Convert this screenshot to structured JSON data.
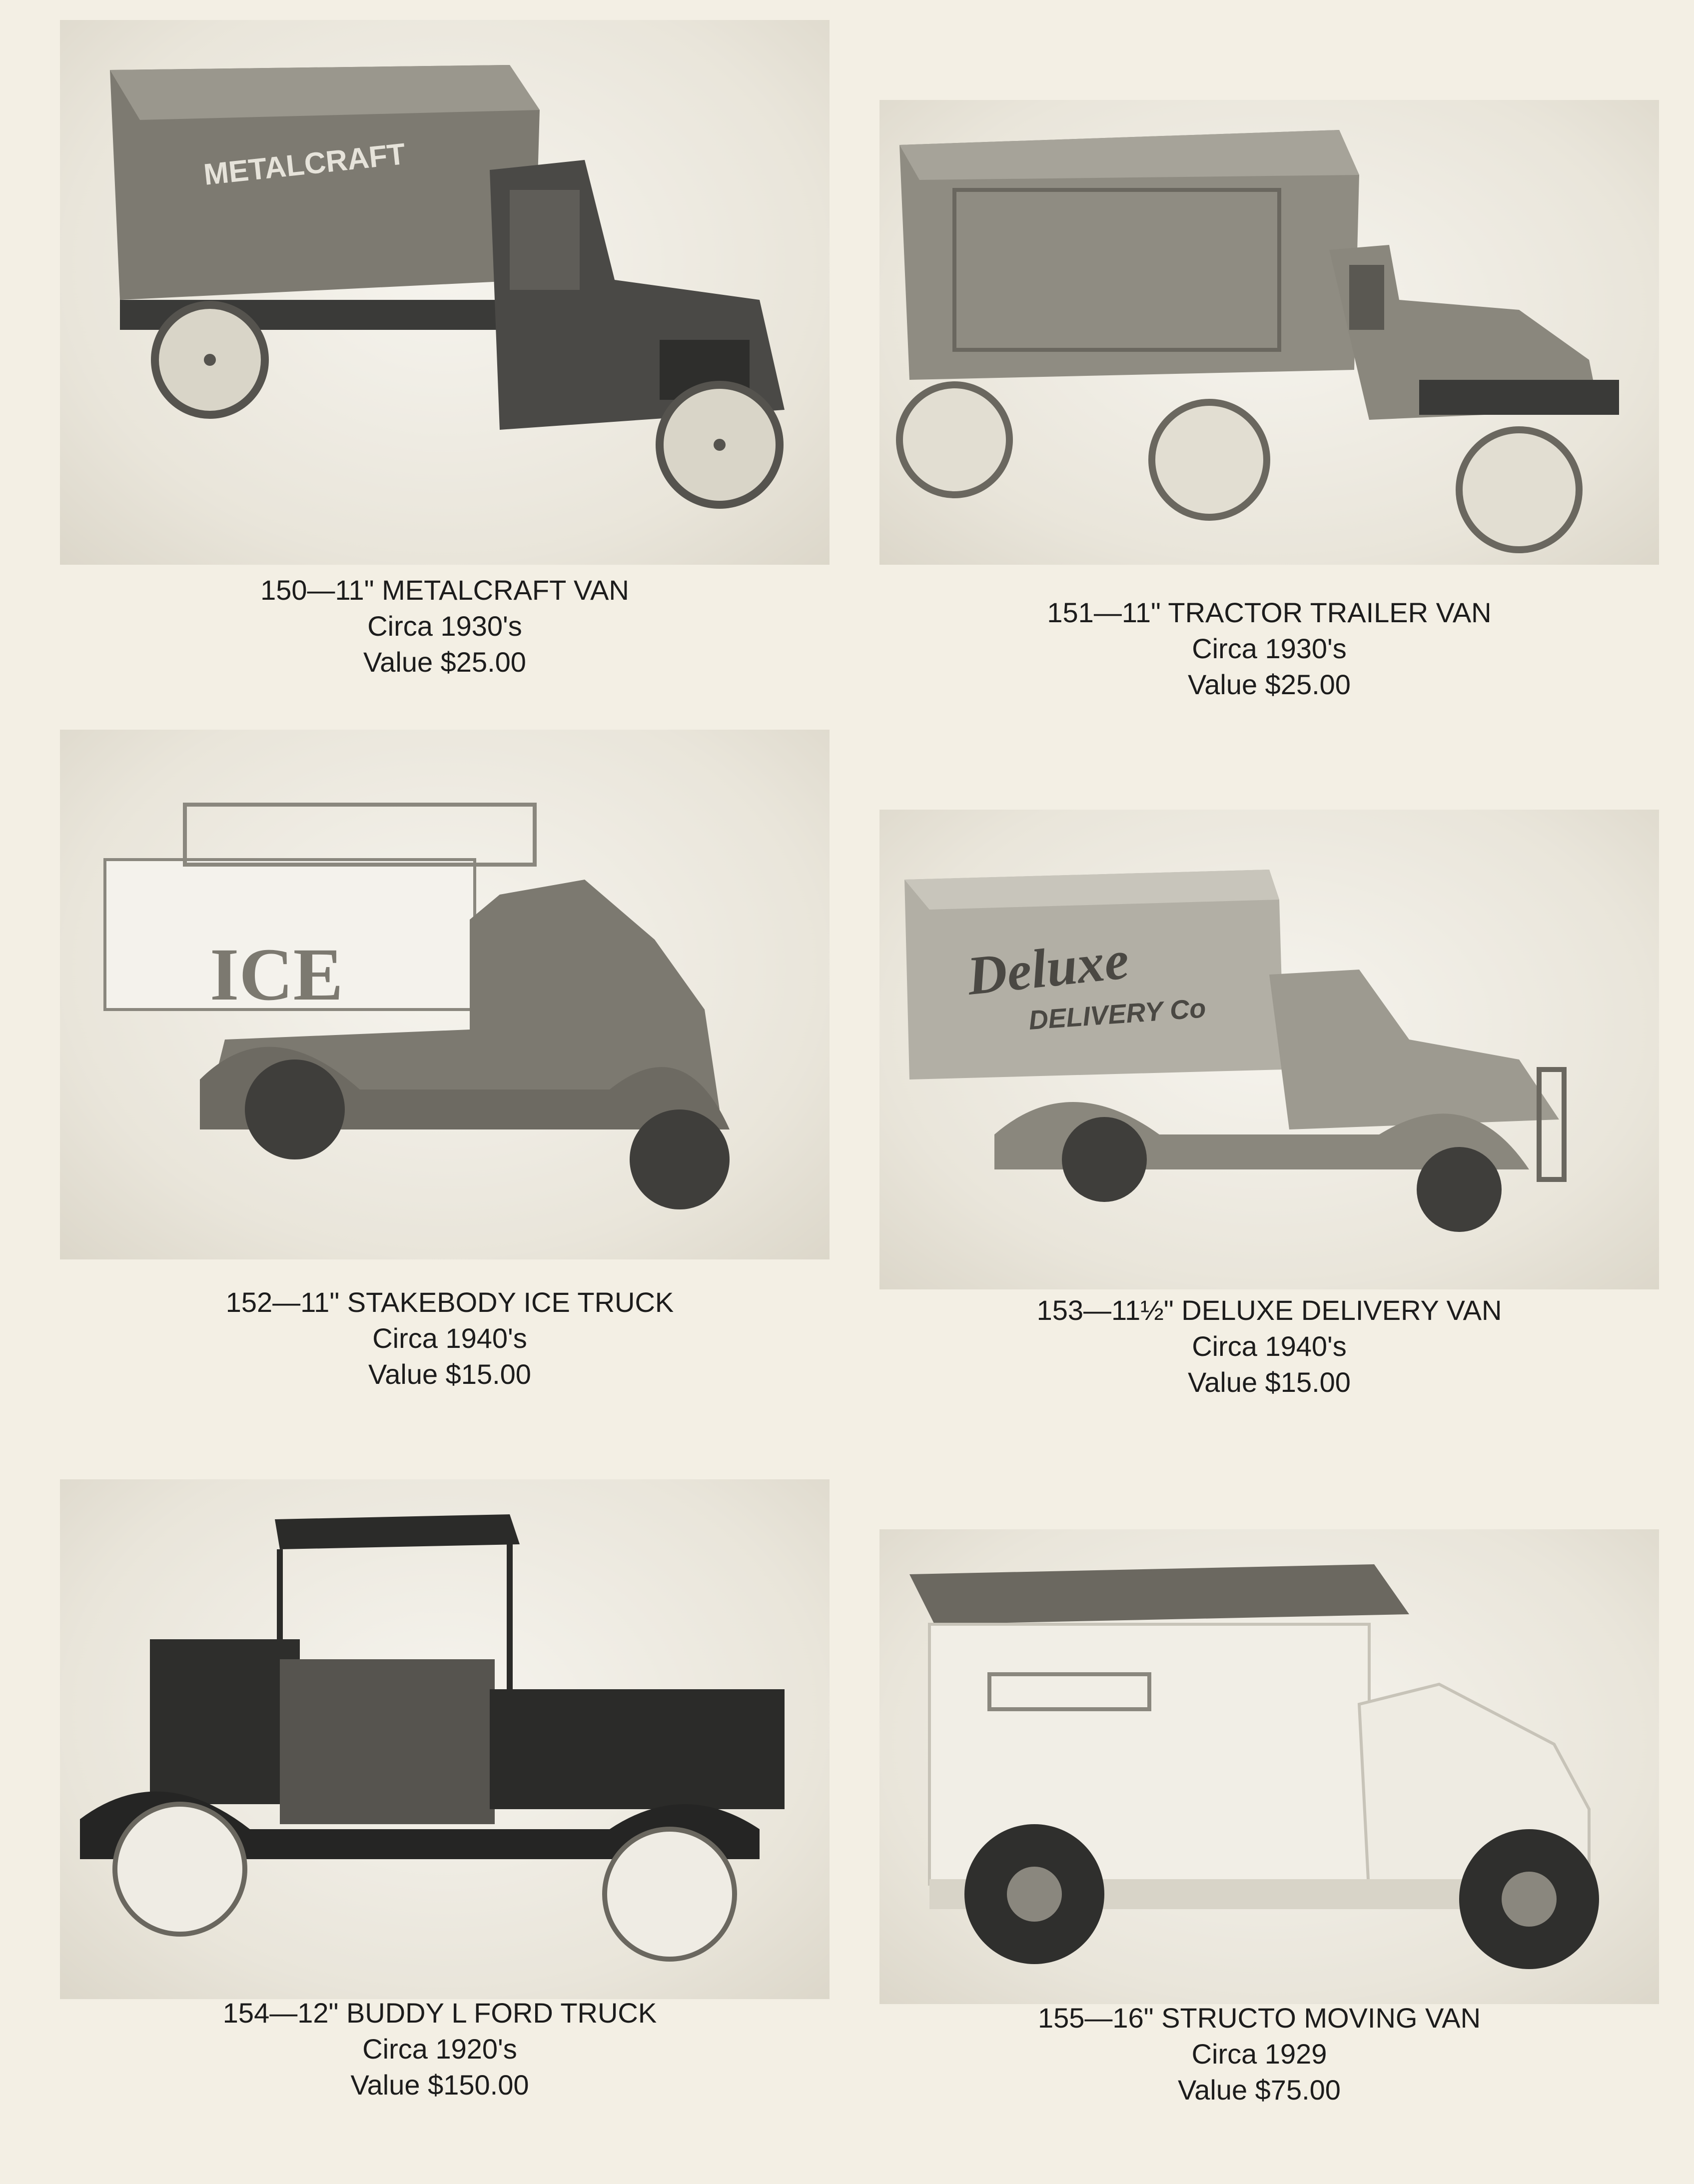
{
  "items": [
    {
      "title": "150—11\" METALCRAFT VAN",
      "circa": "Circa 1930's",
      "value": "Value $25.00",
      "body_lettering": "METALCRAFT",
      "photo_subject": "toy van"
    },
    {
      "title": "151—11\" TRACTOR TRAILER VAN",
      "circa": "Circa 1930's",
      "value": "Value $25.00",
      "photo_subject": "toy tractor trailer"
    },
    {
      "title": "152—11\" STAKEBODY ICE TRUCK",
      "circa": "Circa 1940's",
      "value": "Value $15.00",
      "body_lettering": "ICE",
      "photo_subject": "toy stakebody truck"
    },
    {
      "title": "153—11½\" DELUXE DELIVERY VAN",
      "circa": "Circa 1940's",
      "value": "Value $15.00",
      "body_lettering": "Deluxe",
      "body_lettering_2": "DELIVERY Co",
      "photo_subject": "toy delivery van"
    },
    {
      "title": "154—12\" BUDDY L FORD TRUCK",
      "circa": "Circa 1920's",
      "value": "Value $150.00",
      "photo_subject": "toy pickup truck"
    },
    {
      "title": "155—16\" STRUCTO MOVING VAN",
      "circa": "Circa 1929",
      "value": "Value $75.00",
      "photo_subject": "toy moving van"
    }
  ],
  "colors": {
    "paper": "#f3efe4",
    "ink": "#1c1c1c",
    "metal_dark": "#3a3a38",
    "metal_mid": "#8a877e"
  }
}
